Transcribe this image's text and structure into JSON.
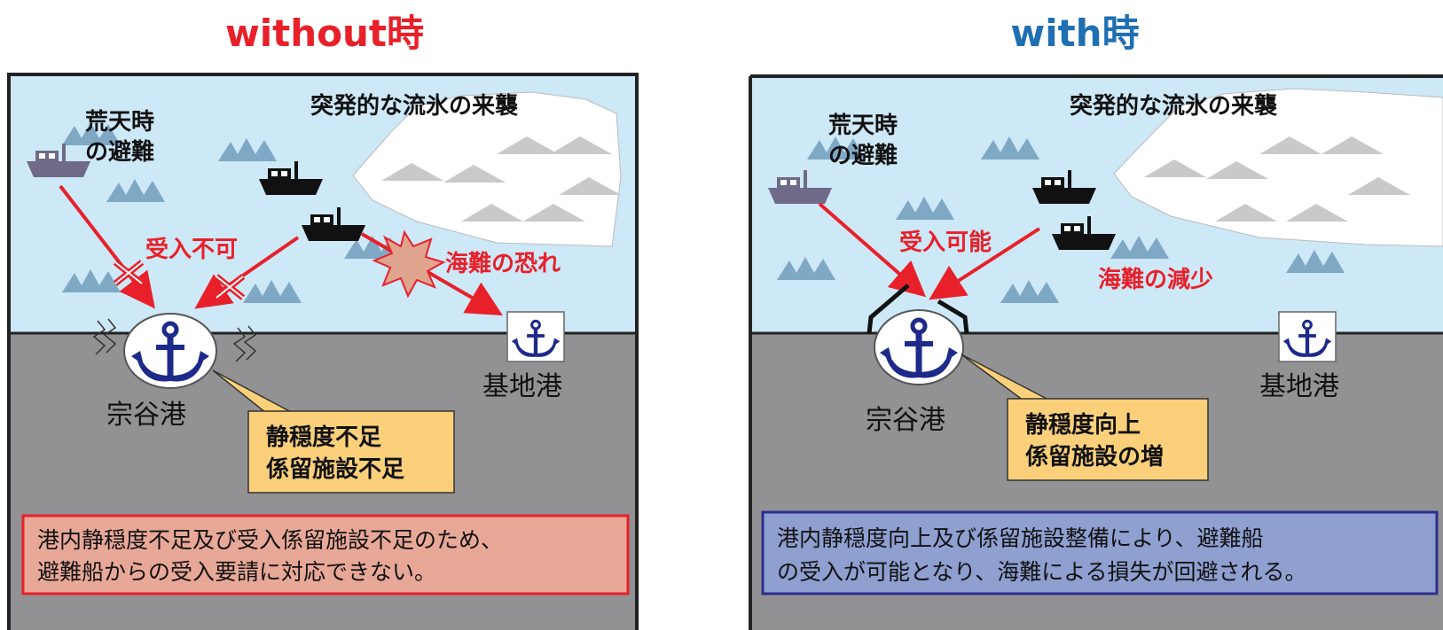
{
  "without": {
    "title": "without時",
    "title_color": "#e8202a",
    "ice_label": "突発的な流氷の来襲",
    "storm_label": [
      "荒天時",
      "の避難"
    ],
    "reject_label": "受入不可",
    "danger_label": "海難の恐れ",
    "port_label": "宗谷港",
    "base_label": "基地港",
    "callout": [
      "静穏度不足",
      "係留施設不足"
    ],
    "bottom": [
      "港内静穏度不足及び受入係留施設不足のため、",
      "避難船からの受入要請に対応できない。"
    ],
    "bottom_bg": "#e8a898",
    "bottom_border": "#e8202a"
  },
  "with": {
    "title": "with時",
    "title_color": "#1f6fb2",
    "ice_label": "突発的な流氷の来襲",
    "storm_label": [
      "荒天時",
      "の避難"
    ],
    "accept_label": "受入可能",
    "reduce_label": "海難の減少",
    "port_label": "宗谷港",
    "base_label": "基地港",
    "callout": [
      "静穏度向上",
      "係留施設の増"
    ],
    "bottom": [
      "港内静穏度向上及び係留施設整備により、避難船",
      "の受入が可能となり、海難による損失が回避される。"
    ],
    "bottom_bg": "#8e9fd0",
    "bottom_border": "#2d2d8f"
  },
  "colors": {
    "sea": "#cde8f6",
    "land": "#929294",
    "arrow": "#e8202a",
    "anchor": "#1e2a8a",
    "callout_fill": "#fcd07a",
    "wave": "#7fa8c4",
    "ice": "#ffffff",
    "ice_peak": "#c9c9c9",
    "ship_dark": "#111111",
    "ship_light": "#6e6a87"
  },
  "icons": [
    "anchor-icon",
    "ship-icon",
    "ice-floe-icon",
    "explosion-icon",
    "cross-mark-icon",
    "wave-icon"
  ]
}
